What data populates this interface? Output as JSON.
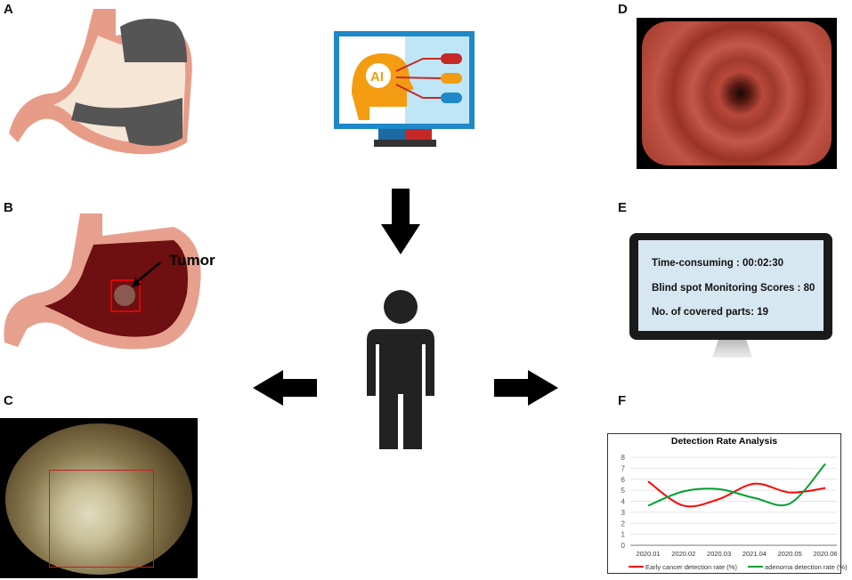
{
  "panels": {
    "a": "A",
    "b": "B",
    "c": "C",
    "d": "D",
    "e": "E",
    "f": "F"
  },
  "ai_monitor": {
    "logo_text": "AI"
  },
  "tumor_label": "Tumor",
  "monitor_e": {
    "line1": "Time-consuming : 00:02:30",
    "line2": "Blind spot Monitoring Scores :  80",
    "line3": "No. of covered parts: 19"
  },
  "colors": {
    "early": "#ff0000",
    "adenoma": "#00a030",
    "stomach_tissue": "#7a1a1a",
    "arrow": "#000000"
  },
  "chart_data": {
    "type": "line",
    "title": "Detection Rate Analysis",
    "categories": [
      "2020.01",
      "2020.02",
      "2020.03",
      "2021.04",
      "2020.05",
      "2020.06"
    ],
    "yticks": [
      "0",
      "1",
      "2",
      "3",
      "4",
      "5",
      "6",
      "7",
      "8"
    ],
    "ylim": [
      0,
      8
    ],
    "grid": true,
    "legend_placement": "bottom",
    "series": [
      {
        "name": "Early cancer detection rate (%)",
        "color": "#ff0000",
        "values": [
          5.8,
          3.6,
          4.2,
          5.6,
          4.8,
          5.2
        ]
      },
      {
        "name": "adenoma detection rate (%)",
        "color": "#00a030",
        "values": [
          3.6,
          4.9,
          5.1,
          4.3,
          3.8,
          7.4
        ]
      }
    ]
  }
}
